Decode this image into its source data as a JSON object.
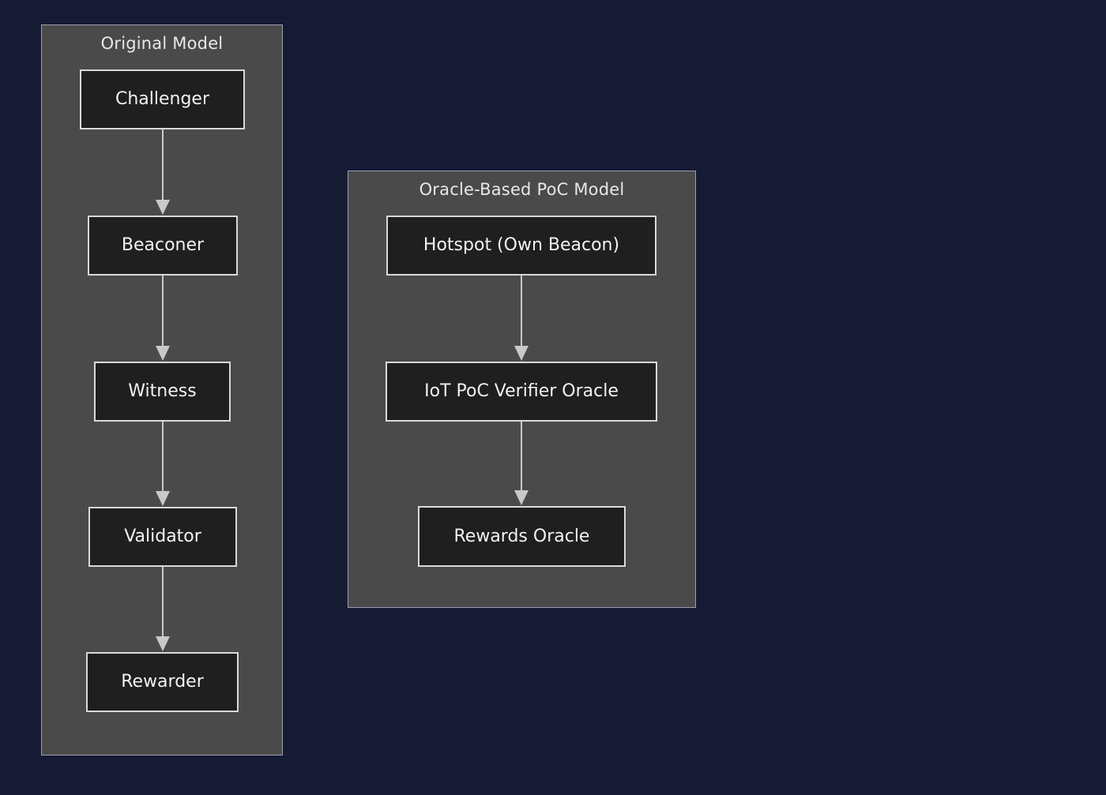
{
  "diagram": {
    "background_color": "#161a33",
    "subgraph_fill": "#4a4a4a",
    "node_fill": "#1f1f1f",
    "node_border": "#d9d9d9",
    "edge_color": "#c9c9c9",
    "text_color": "#f2f2f2",
    "type": "flowchart",
    "direction": "top-down"
  },
  "subgraphs": [
    {
      "id": "original-model",
      "title": "Original Model",
      "nodes": [
        {
          "id": "challenger",
          "label": "Challenger"
        },
        {
          "id": "beaconer",
          "label": "Beaconer"
        },
        {
          "id": "witness",
          "label": "Witness"
        },
        {
          "id": "validator",
          "label": "Validator"
        },
        {
          "id": "rewarder",
          "label": "Rewarder"
        }
      ],
      "edges": [
        {
          "from": "challenger",
          "to": "beaconer"
        },
        {
          "from": "beaconer",
          "to": "witness"
        },
        {
          "from": "witness",
          "to": "validator"
        },
        {
          "from": "validator",
          "to": "rewarder"
        }
      ]
    },
    {
      "id": "oracle-based-poc-model",
      "title": "Oracle-Based PoC Model",
      "nodes": [
        {
          "id": "hotspot",
          "label": "Hotspot (Own Beacon)"
        },
        {
          "id": "iot-poc-verifier-oracle",
          "label": "IoT PoC Verifier Oracle"
        },
        {
          "id": "rewards-oracle",
          "label": "Rewards Oracle"
        }
      ],
      "edges": [
        {
          "from": "hotspot",
          "to": "iot-poc-verifier-oracle"
        },
        {
          "from": "iot-poc-verifier-oracle",
          "to": "rewards-oracle"
        }
      ]
    }
  ]
}
